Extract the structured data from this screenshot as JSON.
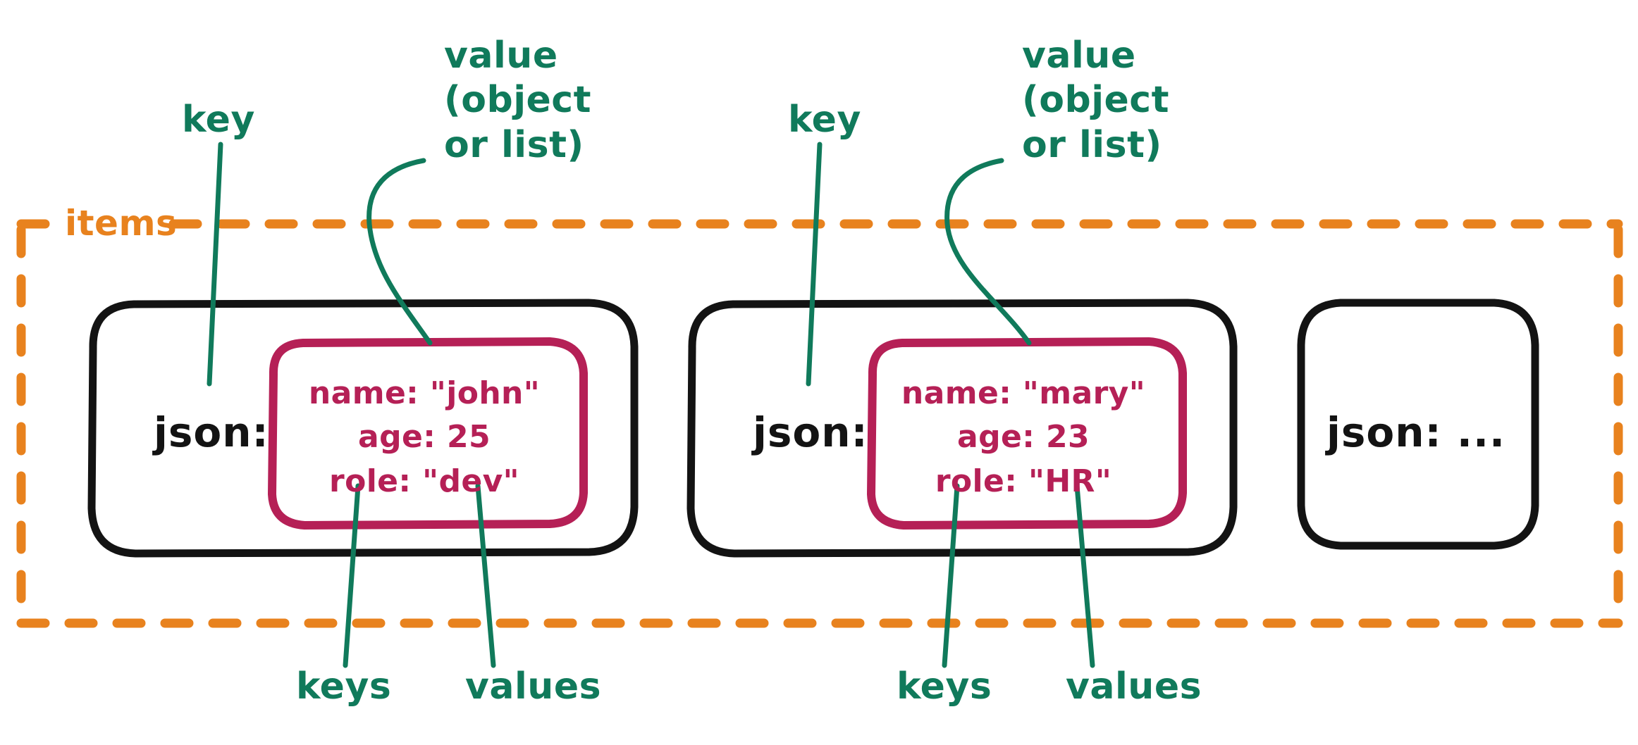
{
  "diagram": {
    "title": "JSON items structure annotation sketch",
    "colors": {
      "green": "#107A5B",
      "orange": "#E8821E",
      "crimson": "#B52056",
      "black": "#131313",
      "background": "#FFFFFF"
    },
    "container": {
      "label": "items",
      "border_style": "dashed",
      "border_color": "#E8821E"
    },
    "annotations": {
      "key_left": "key",
      "key_right": "key",
      "value_left": [
        "value",
        "(object",
        "or list)"
      ],
      "value_right": [
        "value",
        "(object",
        "or list)"
      ],
      "keys_left": "keys",
      "values_left": "values",
      "keys_right": "keys",
      "values_right": "values"
    },
    "cards": [
      {
        "json_label": "json:",
        "object": {
          "lines": [
            "name: \"john\"",
            "age: 25",
            "role: \"dev\""
          ],
          "fields": [
            {
              "key": "name",
              "value": "\"john\""
            },
            {
              "key": "age",
              "value": "25"
            },
            {
              "key": "role",
              "value": "\"dev\""
            }
          ]
        }
      },
      {
        "json_label": "json:",
        "object": {
          "lines": [
            "name: \"mary\"",
            "age: 23",
            "role: \"HR\""
          ],
          "fields": [
            {
              "key": "name",
              "value": "\"mary\""
            },
            {
              "key": "age",
              "value": "23"
            },
            {
              "key": "role",
              "value": "\"HR\""
            }
          ]
        }
      },
      {
        "json_label": "json:  ...",
        "object": null
      }
    ]
  }
}
